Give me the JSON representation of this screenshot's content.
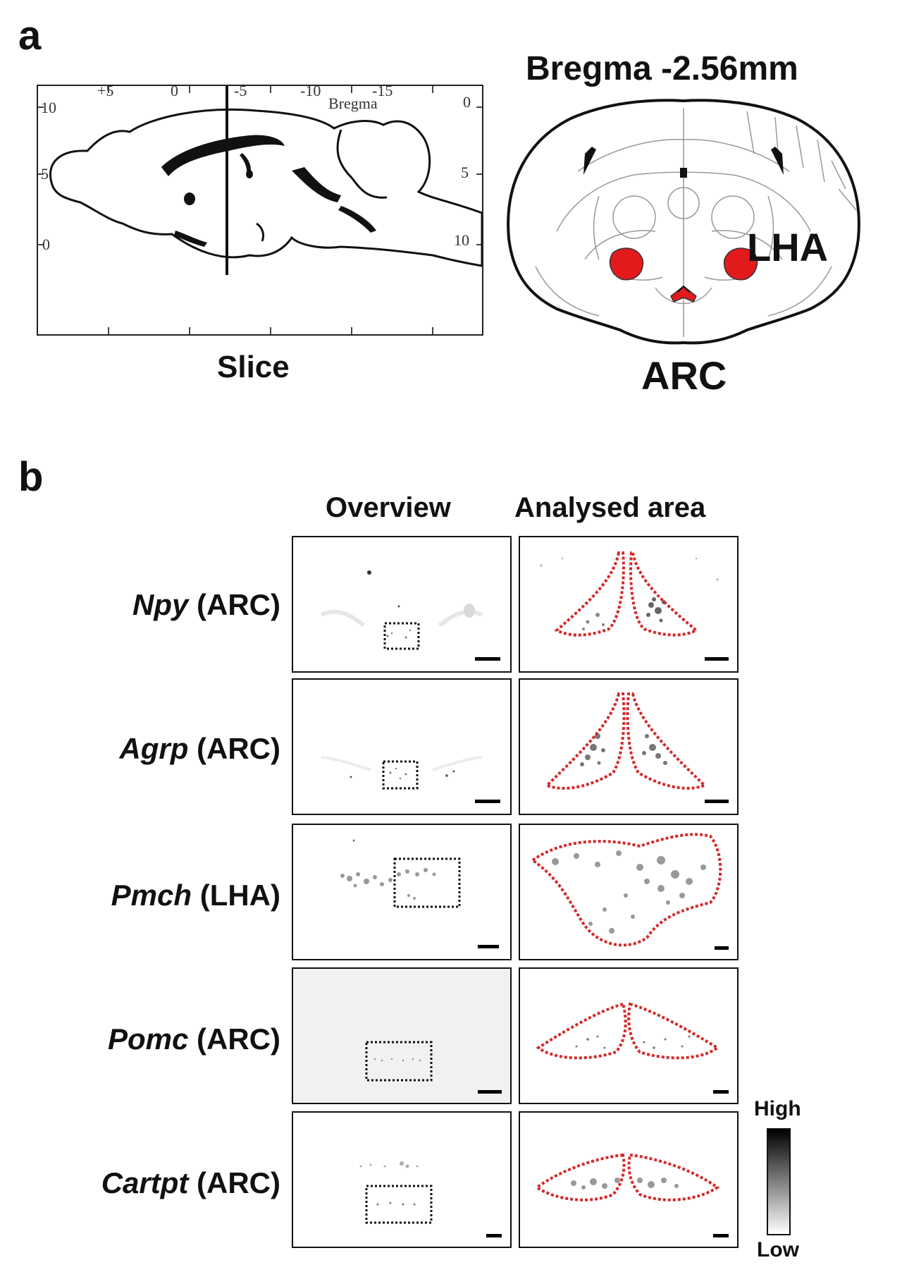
{
  "panel_a": {
    "letter": "a",
    "sagittal": {
      "top_ticks": [
        "+5",
        "0",
        "-5",
        "-10",
        "-15"
      ],
      "bregma_label": "Bregma",
      "right_zero": "0",
      "left_ticks": [
        "10",
        "5",
        "0"
      ],
      "right_ticks": [
        "5",
        "10"
      ],
      "caption": "Slice"
    },
    "coronal": {
      "title": "Bregma -2.56mm",
      "region_lha": "LHA",
      "region_arc": "ARC",
      "highlight_color": "#e31a1c"
    }
  },
  "panel_b": {
    "letter": "b",
    "col_overview": "Overview",
    "col_analysed": "Analysed area",
    "rows": [
      {
        "gene": "Npy",
        "region": "(ARC)"
      },
      {
        "gene": "Agrp",
        "region": "(ARC)"
      },
      {
        "gene": "Pmch",
        "region": "(LHA)"
      },
      {
        "gene": "Pomc",
        "region": "(ARC)"
      },
      {
        "gene": "Cartpt",
        "region": "(ARC)"
      }
    ],
    "colorbar": {
      "high": "High",
      "low": "Low"
    },
    "outline_color": "#d42a2a"
  }
}
